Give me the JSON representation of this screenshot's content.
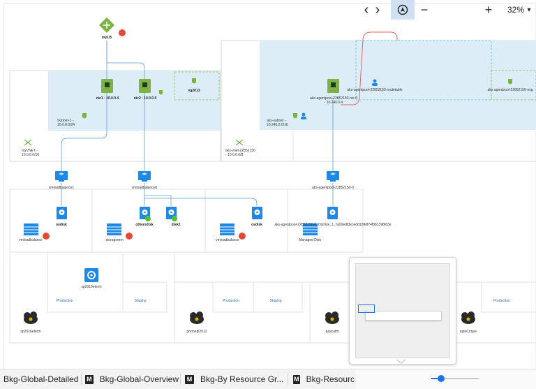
{
  "diagram": {
    "top_node": "myLB",
    "nodes": {
      "nic1": "nic1 · 10.0.0.4",
      "nic2": "nic2 · 10.0.0.5",
      "vg2013": "vg2013",
      "subnet1": "Subnet-1 -\n10.0.0.0/24",
      "myvnet": "myVNET -\n10.0.0.0/16",
      "aks_nic": "aks-agentpool-22852150-nic-0\n- 10.240.0.4",
      "aks_rt": "aks-agentpool-22852150-routetable",
      "aks_nsg": "aks-agentpool-22852150-nsg",
      "aks_subnet": "aks-subnet -\n10.240.0.0/16",
      "aks_vnet": "aks-vnet-22852150\n- 10.0.0.0/8",
      "vm1": "vmloadbalance1",
      "vm2": "vmloadbalance0",
      "vm3": "aks-agentpool-22852150-0",
      "disk1": "osdisk",
      "disk2": "othersdisk",
      "disk3": "disk2",
      "disk4": "osdisk",
      "disk5": "aks-agentpool-22852150-0_OsDisk_1_7a00edfdecedd128df74f8b1398fd3e",
      "st1": "vmloadbalance",
      "st2": "storageerm",
      "st3": "vmloadbalance",
      "st4": "Managed Disk",
      "app": "sp2016eterm",
      "prod1": "Production",
      "staging1": "Staging",
      "prod2": "Production",
      "staging2": "Staging",
      "prod3": "Production",
      "cloud1": "sp2016eterm",
      "cloud2": "phoneql2012",
      "cloud3": "pascalth",
      "cloud4": "ejdeCirque"
    }
  },
  "tabs": [
    {
      "label": "Bkg-Global-Detailed",
      "icon": ""
    },
    {
      "label": "Bkg-Global-Overview",
      "icon": "M"
    },
    {
      "label": "Bkg-By Resource Gr...",
      "icon": "M"
    },
    {
      "label": "Bkg-Resourc",
      "icon": "M"
    }
  ],
  "toolbar": {
    "prev": "‹",
    "next": "›",
    "navigator_icon": "navigation-icon",
    "zoom_out": "−",
    "zoom_in": "+",
    "zoom_level": "32%",
    "zoom_fraction": 0.21,
    "dropdown": "▾"
  },
  "colors": {
    "vnet_fill": "#dcedf8",
    "subnet_border": "#b8d9f0",
    "accent": "#1a73e8",
    "connector": "#5b9bd5",
    "route": "#e06666",
    "error": "#e24b3b",
    "ok": "#53c22b",
    "vm_green": "#7cb342"
  }
}
